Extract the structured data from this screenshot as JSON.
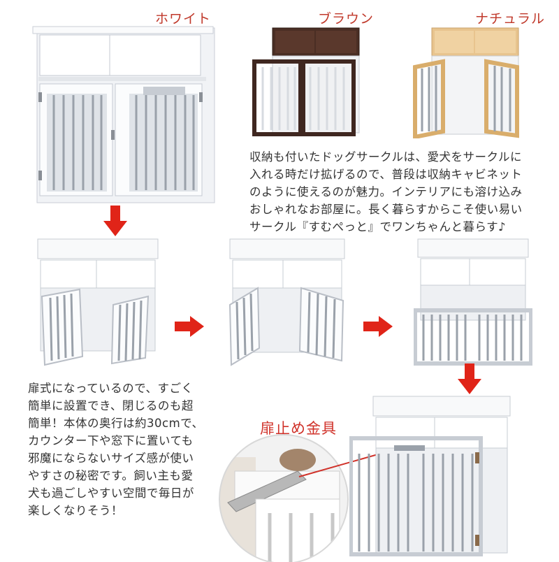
{
  "variants": {
    "white": "ホワイト",
    "brown": "ブラウン",
    "natural": "ナチュラル"
  },
  "description_top": "収納も付いたドッグサークルは、愛犬をサークルに\n入れる時だけ拡げるので、普段は収納キャビネット\nのように使えるのが魅力。インテリアにも溶け込み\nおしゃれなお部屋に。長く暮らすからこそ使い易い\nサークル『すむぺっと』でワンちゃんと暮らす♪",
  "description_bottom": "扉式になっているので、すごく\n簡単に設置でき、閉じるのも超\n簡単！本体の奥行は約30cmで、\nカウンター下や窓下に置いても\n邪魔にならないサイズ感が使い\nやすさの秘密です。飼い主も愛\n犬も過ごしやすい空間で毎日が\n楽しくなりそう！",
  "callout_label": "扉止め金具",
  "colors": {
    "label_red": "#c0392b",
    "arrow_red": "#e02418",
    "cabinet_white": "#f4f6f8",
    "brown": "#4a2e24",
    "natural": "#e8c48e"
  }
}
